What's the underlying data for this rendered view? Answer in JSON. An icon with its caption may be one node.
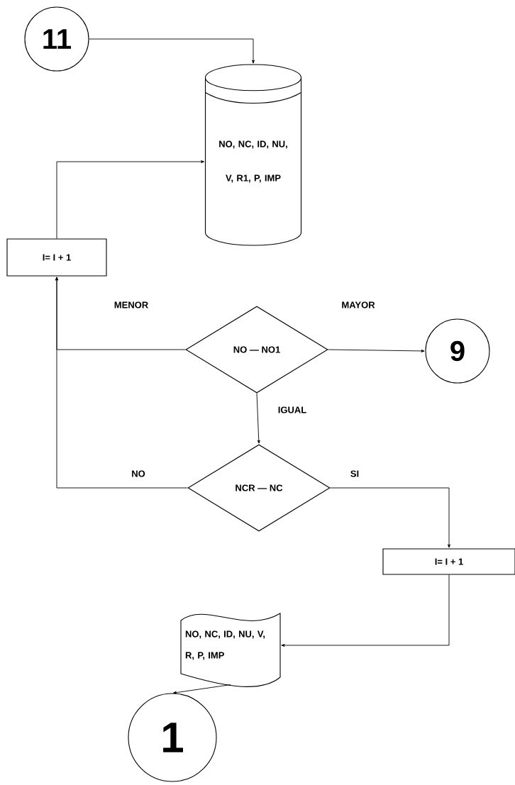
{
  "diagram": {
    "nodes": [
      {
        "text": [
          "11"
        ]
      },
      {
        "text": [
          "NO, NC, ID, NU, V, R1, P, IMP"
        ]
      },
      {
        "text": [
          "I= I + 1"
        ]
      },
      {
        "text": [
          "NO — NO1"
        ]
      },
      {
        "text": [
          "9"
        ]
      },
      {
        "text": [
          "NCR — NC"
        ]
      },
      {
        "text": [
          "I= I + 1"
        ]
      },
      {
        "text": [
          "NO, NC, ID, NU, V, R, P, IMP"
        ]
      },
      {
        "text": [
          "1"
        ]
      }
    ],
    "edges": [
      {
        "from": 0,
        "to": 1,
        "arrow": "to"
      },
      {
        "from": 2,
        "to": 1,
        "arrow": "to"
      },
      {
        "from": 3,
        "to": 2,
        "arrow": "to",
        "label": "MENOR"
      },
      {
        "from": 5,
        "to": 2,
        "arrow": "to",
        "label": "NO"
      },
      {
        "from": 3,
        "to": 4,
        "arrow": "to",
        "label": "MAYOR"
      },
      {
        "from": 3,
        "to": 5,
        "arrow": "to",
        "label": "IGUAL"
      },
      {
        "from": 5,
        "to": 6,
        "arrow": "to",
        "label": "SI"
      },
      {
        "from": 6,
        "to": 7,
        "arrow": "to"
      },
      {
        "from": 7,
        "to": 8,
        "arrow": "to"
      }
    ]
  }
}
